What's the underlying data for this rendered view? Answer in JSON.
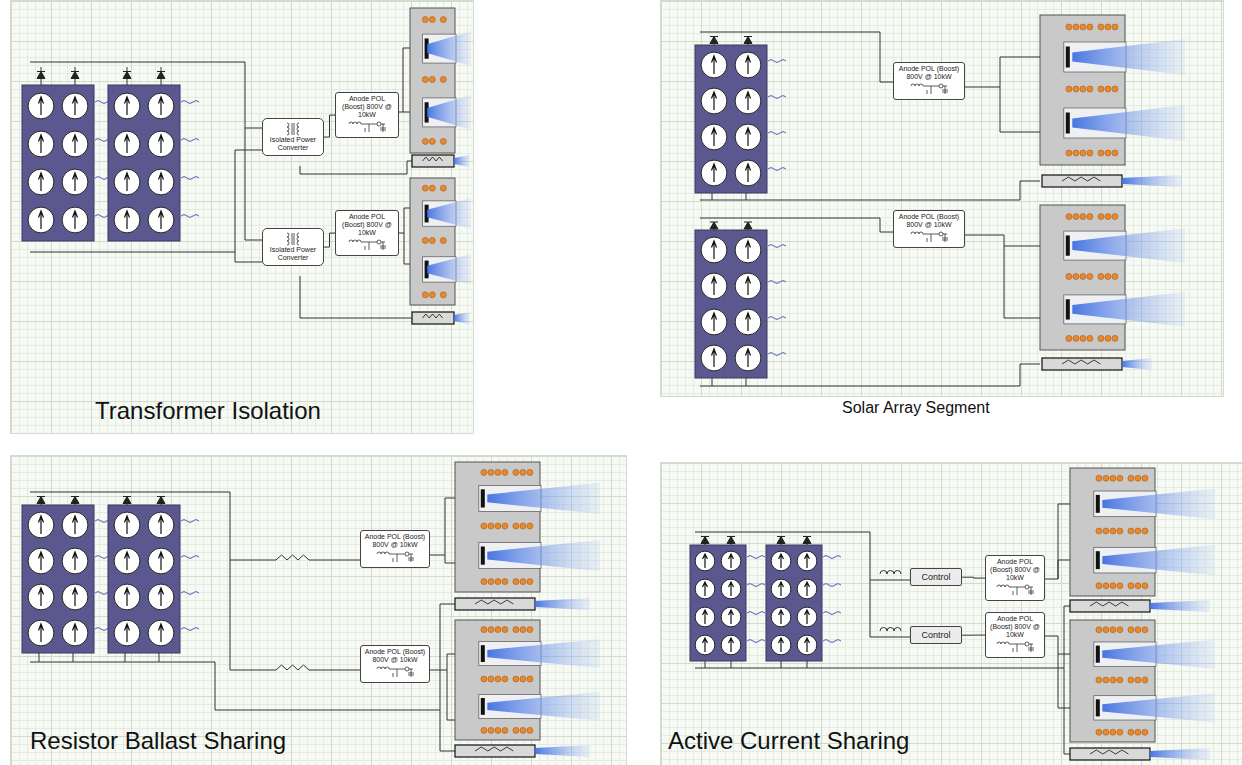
{
  "diagram": {
    "nodes": [
      {
        "text": [
          "Isolated Power Converter"
        ]
      },
      {
        "text": [
          "Anode POL (Boost) 800V @ 10kW"
        ]
      },
      {
        "text": [
          "Isolated Power Converter"
        ]
      },
      {
        "text": [
          "Anode POL (Boost) 800V @ 10kW"
        ]
      },
      {
        "text": [
          "Anode POL (Boost) 800V @ 10kW"
        ]
      },
      {
        "text": [
          "Anode POL (Boost) 800V @ 10kW"
        ]
      },
      {
        "text": [
          "Anode POL (Boost) 800V @ 10kW"
        ]
      },
      {
        "text": [
          "Anode POL (Boost) 800V @ 10kW"
        ]
      },
      {
        "text": [
          "Control"
        ]
      },
      {
        "text": [
          "Anode POL (Boost) 800V @ 10kW"
        ]
      },
      {
        "text": [
          "Control"
        ]
      },
      {
        "text": [
          "Anode POL (Boost) 800V @ 10kW"
        ]
      }
    ],
    "edges": [
      {
        "from": 0,
        "to": 1,
        "arrow": "none"
      },
      {
        "from": 2,
        "to": 3,
        "arrow": "none"
      },
      {
        "from": 8,
        "to": 9,
        "arrow": "none"
      },
      {
        "from": 10,
        "to": 11,
        "arrow": "none"
      }
    ],
    "labels": [
      "Transformer Isolation",
      "Solar Array Segment",
      "Resistor Ballast Sharing",
      "Active Current Sharing"
    ]
  }
}
